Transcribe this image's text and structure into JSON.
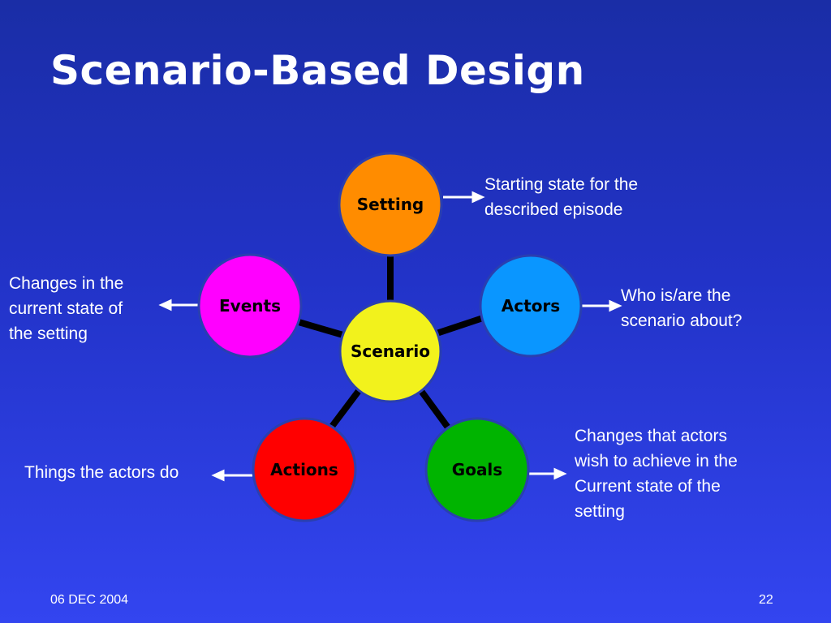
{
  "slide": {
    "title": "Scenario-Based Design",
    "date": "06 DEC 2004",
    "page_number": "22"
  },
  "diagram": {
    "center": {
      "label": "Scenario",
      "color": "#f2f21c"
    },
    "nodes": {
      "setting": {
        "label": "Setting",
        "color": "#ff8c00",
        "text_color": "#000000"
      },
      "actors": {
        "label": "Actors",
        "color": "#0a96ff",
        "text_color": "#000000"
      },
      "goals": {
        "label": "Goals",
        "color": "#00b400",
        "text_color": "#000000"
      },
      "actions": {
        "label": "Actions",
        "color": "#ff0000",
        "text_color": "#000000"
      },
      "events": {
        "label": "Events",
        "color": "#ff00ff",
        "text_color": "#000000"
      }
    },
    "notes": {
      "setting": [
        "Starting state for the",
        "described episode"
      ],
      "actors": [
        "Who is/are the",
        "scenario about?"
      ],
      "goals": [
        "Changes that actors",
        "wish to achieve in the",
        "Current state of the",
        "setting"
      ],
      "actions": [
        "Things the actors do"
      ],
      "events": [
        "Changes in the",
        "current state of",
        "the setting"
      ]
    }
  }
}
